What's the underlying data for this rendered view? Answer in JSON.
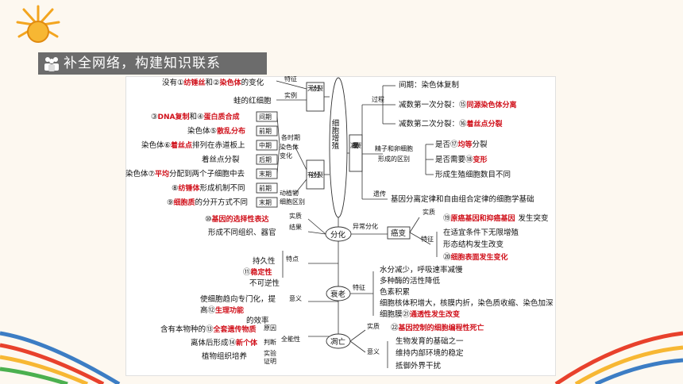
{
  "banner": {
    "title": "补全网络，构建知识联系",
    "icon": "people-icon"
  },
  "center": {
    "main": "细胞增殖"
  },
  "nodes": {
    "wusi": "无丝分裂",
    "youxi": "有丝分裂",
    "jianshu": "减数分裂",
    "fenhua": "分化",
    "aibian": "癌变",
    "shuailao": "衰老",
    "diewang": "凋亡"
  },
  "wusi": {
    "feature_label": "特征",
    "example_label": "实例",
    "feature_pre": "没有①",
    "a1": "纺锤丝",
    "feature_mid": "和②",
    "a2": "染色体",
    "feature_post": "的变化",
    "example": "蛙的红细胞"
  },
  "mitosis": {
    "r3_pre": "③",
    "a3": "DNA复制",
    "r3_mid": "和④",
    "a4": "蛋白质合成",
    "r3_stage": "间期",
    "r4_pre": "染色体⑤",
    "a5": "散乱分布",
    "r4_stage": "前期",
    "r5_pre": "染色体⑥",
    "a6": "着丝点",
    "r5_post": "排列在赤道板上",
    "r5_stage": "中期",
    "r6_text": "着丝点分裂",
    "r6_stage": "后期",
    "r7_pre": "染色体⑦",
    "a7": "平均",
    "r7_post": "分配到两个子细胞中去",
    "r7_stage": "末期",
    "r8_pre": "⑧",
    "a8": "纺锤体",
    "r8_post": "形成机制不同",
    "r8_stage": "前期",
    "r9_pre": "⑨",
    "a9": "细胞质",
    "r9_post": "的分开方式不同",
    "r9_stage": "末期",
    "side1": "各时期",
    "side2": "染色体",
    "side3": "变化",
    "diff1": "动植物",
    "diff2": "细胞区别"
  },
  "meiosis": {
    "process": "过程",
    "interphase": "间期：染色体复制",
    "m1_pre": "减数第一次分裂：⑮",
    "a15": "同源染色体分离",
    "m2_pre": "减数第二次分裂：⑯",
    "a16": "着丝点分裂",
    "diff_label1": "精子和卵细胞",
    "diff_label2": "形成的区别",
    "d1_pre": "是否⑰",
    "a17": "均等",
    "d1_post": "分裂",
    "d2_pre": "是否需要⑱",
    "a18": "变形",
    "d3": "形成生殖细胞数目不同",
    "heredity_label": "遗传",
    "heredity": "基因分离定律和自由组合定律的细胞学基础"
  },
  "differentiation": {
    "essence_label": "实质",
    "a10_pre": "⑩",
    "a10": "基因的选择性表达",
    "result_label": "结果",
    "result": "形成不同组织、器官",
    "feature_label": "特点",
    "f1": "持久性",
    "f2_pre": "⑪",
    "a11": "稳定性",
    "f3": "不可逆性",
    "meaning_label": "意义",
    "m1": "使细胞趋向专门化，提",
    "m2_pre": "高⑫",
    "a12": "生理功能",
    "m2_post": "的效率",
    "tot_label": "全能性",
    "tot_reason": "原因",
    "tot_judge": "判断",
    "tot_verify1": "实验",
    "tot_verify2": "证明",
    "t1_pre": "含有本物种的⑬",
    "a13": "全套遗传物质",
    "t2_pre": "离体后形成⑭",
    "a14": "新个体",
    "t3": "植物组织培养"
  },
  "cancer": {
    "abnormal": "异常分化",
    "essence_label": "实质",
    "a19_pre": "⑲",
    "a19": "原癌基因和抑癌基因",
    "a19_post": "发生突变",
    "feature_label": "特征",
    "c1": "在适宜条件下无限增殖",
    "c2": "形态结构发生改变",
    "c3_pre": "⑳",
    "a20": "细胞表面发生变化"
  },
  "aging": {
    "feature_label": "特征",
    "g1": "水分减少，呼吸速率减慢",
    "g2": "多种酶的活性降低",
    "g3": "色素积累",
    "g4": "细胞核体积增大，核膜内折，染色质收缩、染色加深",
    "g5_pre": "细胞膜㉑",
    "a21": "通透性发生改变"
  },
  "apoptosis": {
    "essence_label": "实质",
    "a22_pre": "㉒",
    "a22": "基因控制的细胞编程性死亡",
    "meaning_label": "意义",
    "p1": "生物发育的基础之一",
    "p2": "维持内部环境的稳定",
    "p3": "抵御外界干扰"
  }
}
